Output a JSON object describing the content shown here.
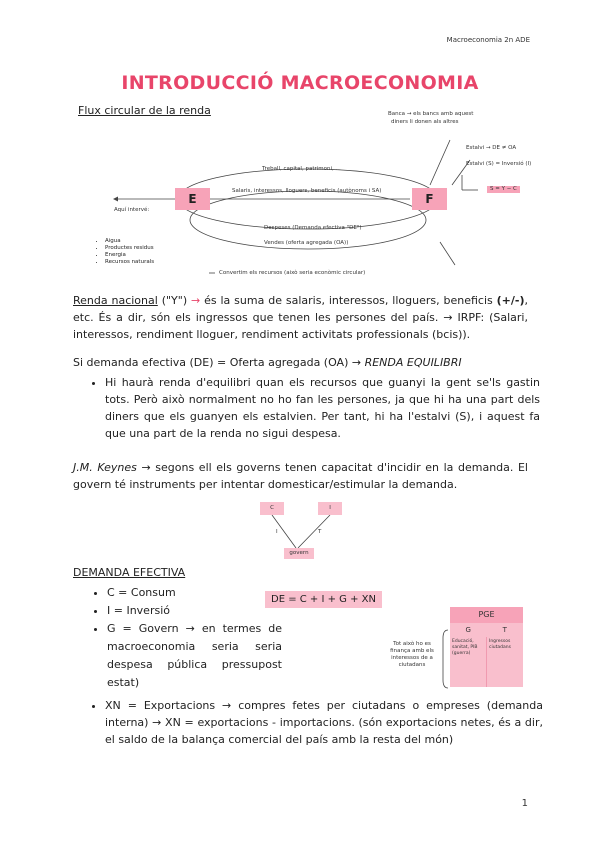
{
  "header": {
    "course": "Macroeconomia 2n ADE"
  },
  "title": "INTRODUCCIÓ MACROECONOMIA",
  "diagram": {
    "subtitle": "Flux circular de la renda",
    "node_e": "E",
    "node_f": "F",
    "top_arc": "Treball, capital, patrimoni, ...",
    "middle_line": "Salaris, interessos, lloguers, beneficis (autònoms i SA)",
    "lower_arc1": "Despeses (Demanda efectiva \"DE\")",
    "lower_arc2": "Vendes (oferta agregada (OA))",
    "bottom_note": "Convertim els recursos (això seria econòmic circular)",
    "bank_note_1": "Banca → els bancs amb aquest",
    "bank_note_2": "diners li donen als altres",
    "estalvi_de": "Estalvi → DE ≠ OA",
    "estalvi_inv": "Estalvi (S) = Inversió (I)",
    "s_eq": "S = Y − C",
    "aqui_intervé": "Aquí intervé:",
    "interve_items": [
      "Aigua",
      "Productes residus",
      "Energia",
      "Recursos naturals"
    ]
  },
  "renda": {
    "term": "Renda nacional",
    "y": "(\"Y\")",
    "arrow": "→",
    "text1": " és la suma de salaris, interessos, lloguers, beneficis ",
    "sign": "(+/-)",
    "text2": ", etc. És a dir, són els ingressos que tenen les persones del país. → IRPF: (Salari, interessos, rendiment lloguer, rendiment activitats professionals (bcis))."
  },
  "equilibri": {
    "line": "Si demanda efectiva (DE) = Oferta agregada (OA) → ",
    "italic": "RENDA EQUILIBRI",
    "bullet": "Hi haurà renda d'equilibri quan els recursos que guanyi la gent se'ls gastin tots. Però això normalment no ho fan les persones, ja que hi ha una part dels diners que els guanyen els estalvien. Per tant, hi ha l'estalvi (S), i aquest fa que una part de la renda no sigui despesa."
  },
  "keynes": {
    "name": "J.M. Keynes",
    "text": " → segons ell els governs tenen capacitat d'incidir en la demanda. El govern té instruments per intentar domesticar/estimular la demanda."
  },
  "mini_diagram": {
    "c": "C",
    "i": "I",
    "govern": "govern",
    "left_t": "I",
    "right_t": "T"
  },
  "demanda": {
    "heading": "DEMANDA EFECTIVA",
    "items": [
      "C = Consum",
      "I = Inversió",
      "G = Govern → en termes de macroeconomia seria seria despesa pública pressupost estat)"
    ],
    "formula": "DE = C + I + G + XN",
    "xn": "XN = Exportacions → compres fetes per ciutadans o empreses (demanda interna) → XN = exportacions - importacions. (són exportacions netes, és a dir, el saldo de la balança comercial del país amb la resta del món)"
  },
  "pge": {
    "title": "PGE",
    "col_g": "G",
    "col_t": "T",
    "cell_g": "Educació, sanitat, PIB (guerra)",
    "cell_t": "Ingressos ciutadans",
    "side_note": "Tot això ho es finança amb els interessos de a ciutadans"
  },
  "page_number": "1"
}
